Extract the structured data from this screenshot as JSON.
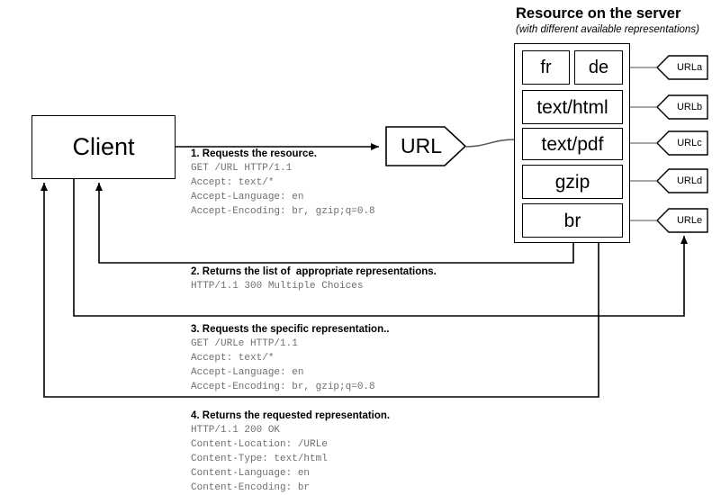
{
  "server": {
    "title": "Resource on the server",
    "subtitle": "(with different available representations)",
    "representations": [
      {
        "label": "fr",
        "url": "URLa"
      },
      {
        "label": "de",
        "url": "URLa"
      },
      {
        "label": "text/html",
        "url": "URLb"
      },
      {
        "label": "text/pdf",
        "url": "URLc"
      },
      {
        "label": "gzip",
        "url": "URLd"
      },
      {
        "label": "br",
        "url": "URLe"
      }
    ],
    "url_tags": [
      "URLa",
      "URLb",
      "URLc",
      "URLd",
      "URLe"
    ]
  },
  "client": {
    "label": "Client"
  },
  "url_node": {
    "label": "URL"
  },
  "steps": [
    {
      "title": "1. Requests the resource.",
      "body": "GET /URL HTTP/1.1\nAccept: text/*\nAccept-Language: en\nAccept-Encoding: br, gzip;q=0.8"
    },
    {
      "title": "2. Returns the list of  appropriate representations.",
      "body": "HTTP/1.1 300 Multiple Choices"
    },
    {
      "title": "3. Requests the specific representation..",
      "body": "GET /URLe HTTP/1.1\nAccept: text/*\nAccept-Language: en\nAccept-Encoding: br, gzip;q=0.8"
    },
    {
      "title": "4. Returns the requested representation.",
      "body": "HTTP/1.1 200 OK\nContent-Location: /URLe\nContent-Type: text/html\nContent-Language: en\nContent-Encoding: br"
    }
  ],
  "colors": {
    "stroke": "#000000",
    "mono_text": "#6f6f6f",
    "connector_gray": "#8a8a8a",
    "background": "#ffffff"
  }
}
